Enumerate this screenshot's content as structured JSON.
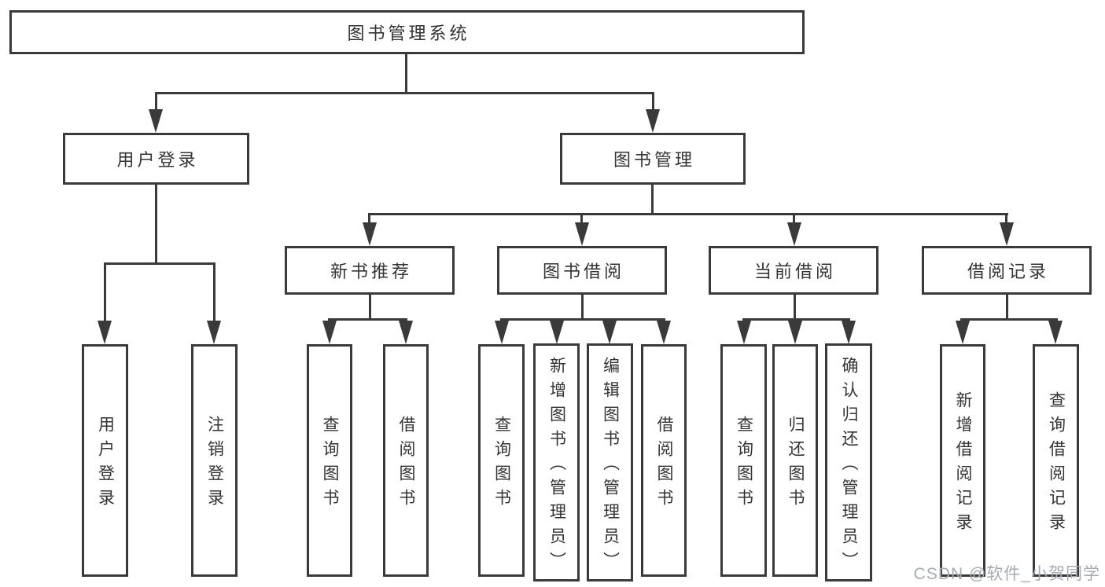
{
  "diagram": {
    "title": "图书管理系统",
    "colors": {
      "line": "#3a3a3a",
      "border": "#3a3a3a",
      "text": "#333333",
      "background": "#ffffff",
      "watermark": "#a6abb2"
    },
    "root": {
      "label": "图书管理系统"
    },
    "level2": [
      {
        "label": "用户登录"
      },
      {
        "label": "图书管理"
      }
    ],
    "level3": [
      {
        "label": "新书推荐"
      },
      {
        "label": "图书借阅"
      },
      {
        "label": "当前借阅"
      },
      {
        "label": "借阅记录"
      }
    ],
    "leaves": [
      {
        "label": "用户登录"
      },
      {
        "label": "注销登录"
      },
      {
        "label": "查询图书"
      },
      {
        "label": "借阅图书"
      },
      {
        "label": "查询图书"
      },
      {
        "label": "新增图书（管理员）"
      },
      {
        "label": "编辑图书（管理员）"
      },
      {
        "label": "借阅图书"
      },
      {
        "label": "查询图书"
      },
      {
        "label": "归还图书"
      },
      {
        "label": "确认归还（管理员）"
      },
      {
        "label": "新增借阅记录"
      },
      {
        "label": "查询借阅记录"
      }
    ],
    "hierarchy": {
      "图书管理系统": {
        "用户登录": [
          "用户登录",
          "注销登录"
        ],
        "图书管理": {
          "新书推荐": [
            "查询图书",
            "借阅图书"
          ],
          "图书借阅": [
            "查询图书",
            "新增图书（管理员）",
            "编辑图书（管理员）",
            "借阅图书"
          ],
          "当前借阅": [
            "查询图书",
            "归还图书",
            "确认归还（管理员）"
          ],
          "借阅记录": [
            "新增借阅记录",
            "查询借阅记录"
          ]
        }
      }
    },
    "watermark": {
      "text": "CSDN @软件_小贺同学"
    }
  }
}
